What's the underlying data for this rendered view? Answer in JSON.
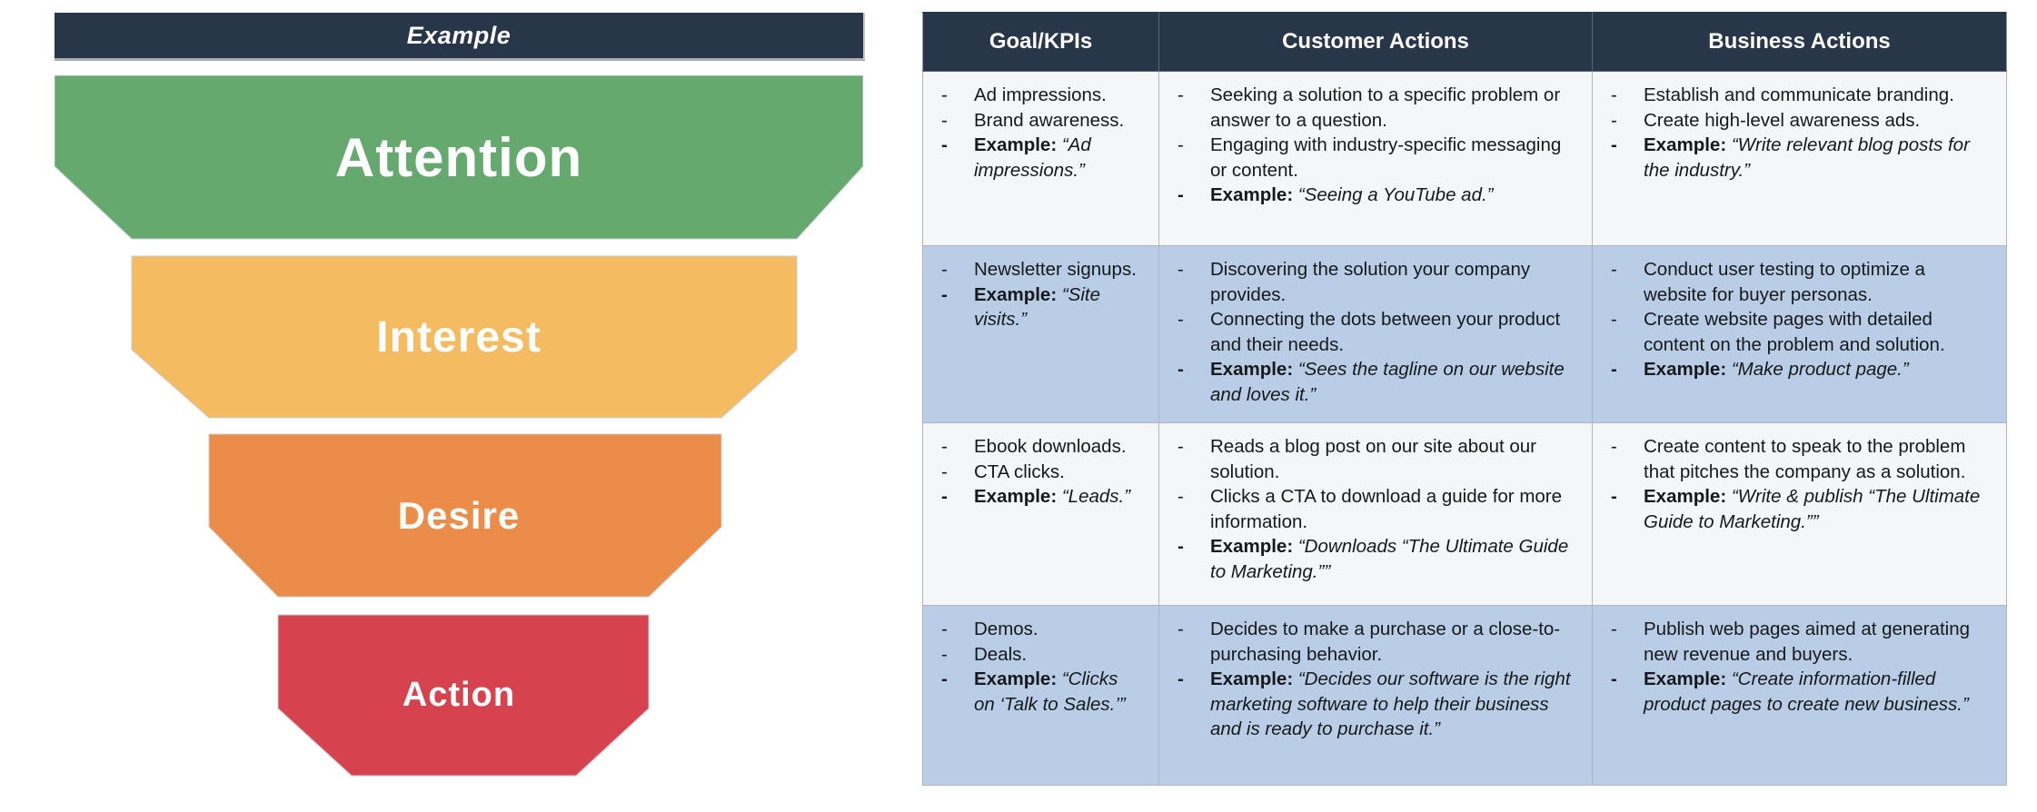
{
  "funnel": {
    "header_label": "Example",
    "stages": [
      {
        "label": "Attention",
        "color": "#66a96f"
      },
      {
        "label": "Interest",
        "color": "#f5bb60"
      },
      {
        "label": "Desire",
        "color": "#ec8c49"
      },
      {
        "label": "Action",
        "color": "#d6434f"
      }
    ]
  },
  "list": {
    "marker": "-"
  },
  "table": {
    "headers": [
      "Goal/KPIs",
      "Customer Actions",
      "Business Actions"
    ],
    "rows": [
      {
        "cells": [
          {
            "items": [
              {
                "text": "Ad impressions."
              },
              {
                "text": "Brand awareness."
              },
              {
                "label": "Example:",
                "example": "“Ad impressions.”"
              }
            ]
          },
          {
            "items": [
              {
                "text": "Seeking a solution to a specific problem or answer to a question."
              },
              {
                "text": "Engaging with industry-specific messaging or content."
              },
              {
                "label": "Example:",
                "example": "“Seeing a YouTube ad.”"
              }
            ]
          },
          {
            "items": [
              {
                "text": "Establish and communicate branding."
              },
              {
                "text": "Create high-level awareness ads."
              },
              {
                "label": "Example:",
                "example": "“Write relevant blog posts for the industry.”"
              }
            ]
          }
        ]
      },
      {
        "cells": [
          {
            "items": [
              {
                "text": "Newsletter signups."
              },
              {
                "label": "Example:",
                "example": "“Site visits.”"
              }
            ]
          },
          {
            "items": [
              {
                "text": "Discovering the solution your company provides."
              },
              {
                "text": "Connecting the dots between your product and their needs."
              },
              {
                "label": "Example:",
                "example": "“Sees the tagline on our website and loves it.”"
              }
            ]
          },
          {
            "items": [
              {
                "text": "Conduct user testing to optimize a website for buyer personas."
              },
              {
                "text": "Create website pages with detailed content on the problem and solution."
              },
              {
                "label": "Example:",
                "example": "“Make product page.”"
              }
            ]
          }
        ]
      },
      {
        "cells": [
          {
            "items": [
              {
                "text": "Ebook downloads."
              },
              {
                "text": "CTA clicks."
              },
              {
                "label": "Example:",
                "example": "“Leads.”"
              }
            ]
          },
          {
            "items": [
              {
                "text": "Reads a blog post on our site about our solution."
              },
              {
                "text": "Clicks a CTA to download a guide for more information."
              },
              {
                "label": "Example:",
                "example": "“Downloads “The Ultimate Guide to Marketing.””"
              }
            ]
          },
          {
            "items": [
              {
                "text": "Create content to speak to the problem that pitches the company as a solution."
              },
              {
                "label": "Example:",
                "example": "“Write & publish “The Ultimate Guide to Marketing.””"
              }
            ]
          }
        ]
      },
      {
        "cells": [
          {
            "items": [
              {
                "text": "Demos."
              },
              {
                "text": "Deals."
              },
              {
                "label": "Example:",
                "example": "“Clicks on ‘Talk to Sales.’”"
              }
            ]
          },
          {
            "items": [
              {
                "text": "Decides to make a purchase or a close-to-purchasing behavior."
              },
              {
                "label": "Example:",
                "example": "“Decides our software is the right marketing software to help their business and is ready to purchase it.”"
              }
            ]
          },
          {
            "items": [
              {
                "text": "Publish web pages aimed at generating new revenue and buyers."
              },
              {
                "label": "Example:",
                "example": "“Create information-filled product pages to create new business.”"
              }
            ]
          }
        ]
      }
    ]
  },
  "colors": {
    "header_navy": "#283649",
    "stage_green": "#66a96f",
    "stage_yellow": "#f5bb60",
    "stage_orange": "#ec8c49",
    "stage_red": "#d6434f",
    "row_alt_blue": "#b9cee6",
    "row_light": "#f5f6f7",
    "table_border": "#b0b6bc",
    "funnel_label_text": "#ffffff"
  }
}
